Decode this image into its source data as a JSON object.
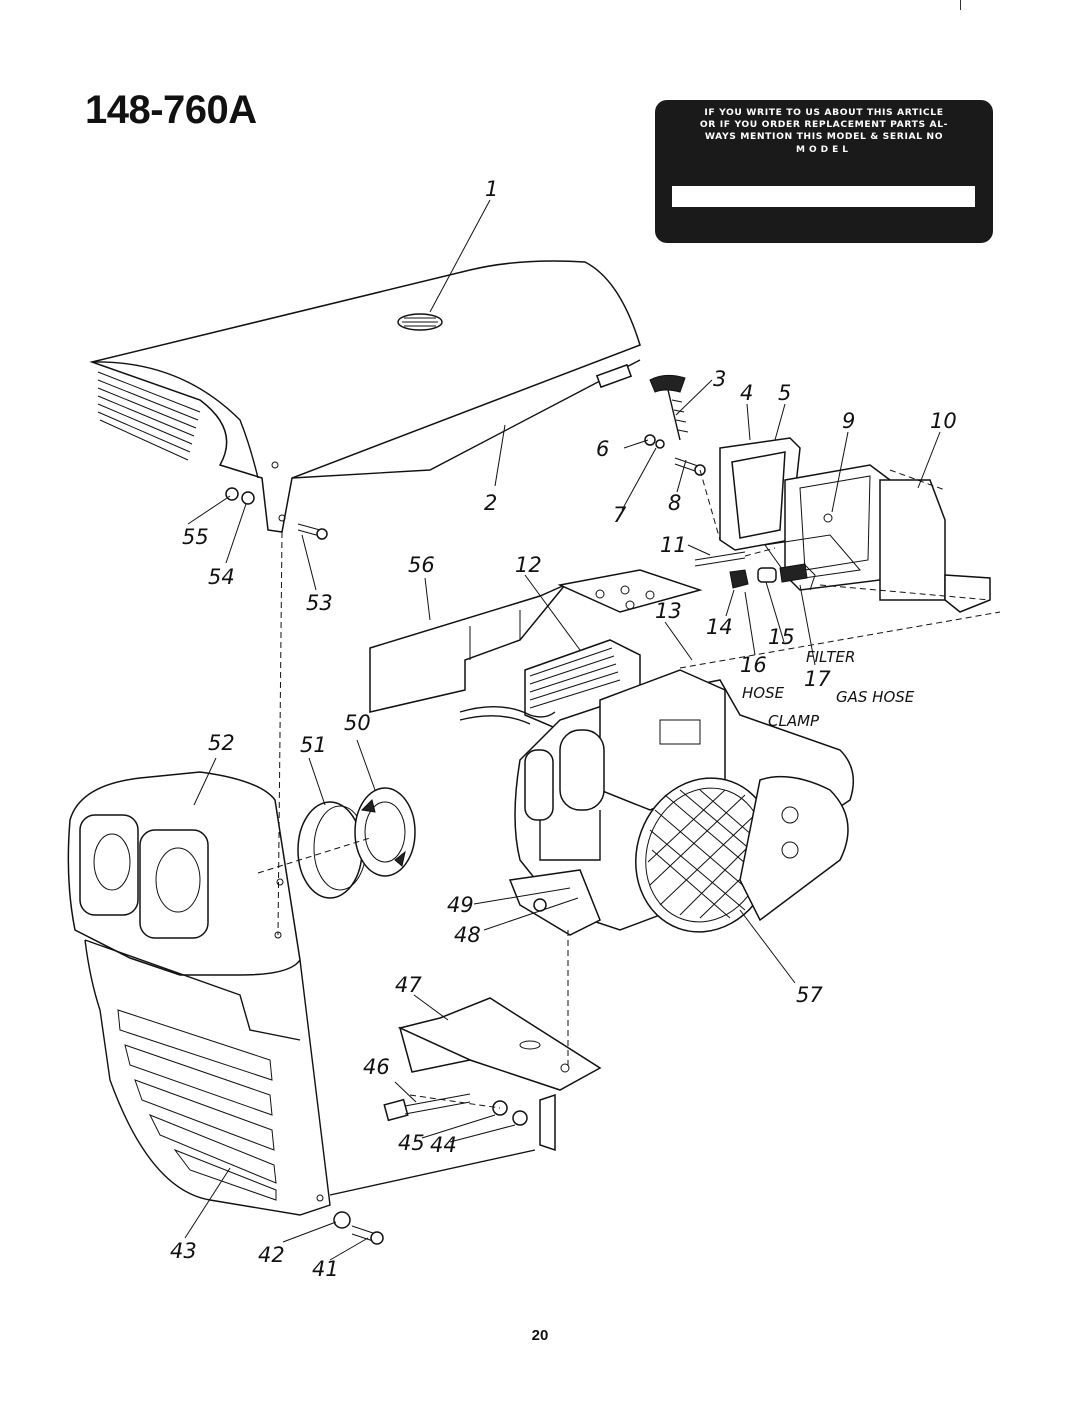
{
  "model_number": "148-760A",
  "info_box": {
    "lines": [
      "IF YOU WRITE TO US ABOUT THIS ARTICLE",
      "OR IF YOU ORDER REPLACEMENT PARTS AL-",
      "WAYS MENTION THIS MODEL & SERIAL NO"
    ],
    "model_label": "MODEL"
  },
  "callouts": {
    "c1": "1",
    "c2": "2",
    "c3": "3",
    "c4": "4",
    "c5": "5",
    "c6": "6",
    "c7": "7",
    "c8": "8",
    "c9": "9",
    "c10": "10",
    "c11": "11",
    "c12": "12",
    "c13": "13",
    "c14": "14",
    "c15": "15",
    "c16": "16",
    "c17": "17",
    "c41": "41",
    "c42": "42",
    "c43": "43",
    "c44": "44",
    "c45": "45",
    "c46": "46",
    "c47": "47",
    "c48": "48",
    "c49": "49",
    "c50": "50",
    "c51": "51",
    "c52": "52",
    "c53": "53",
    "c54": "54",
    "c55": "55",
    "c56": "56",
    "c57": "57"
  },
  "handwritten_notes": {
    "filter": "FILTER",
    "hose": "HOSE",
    "gas_hose": "GAS HOSE",
    "clamp": "CLAMP"
  },
  "page_number": "20"
}
